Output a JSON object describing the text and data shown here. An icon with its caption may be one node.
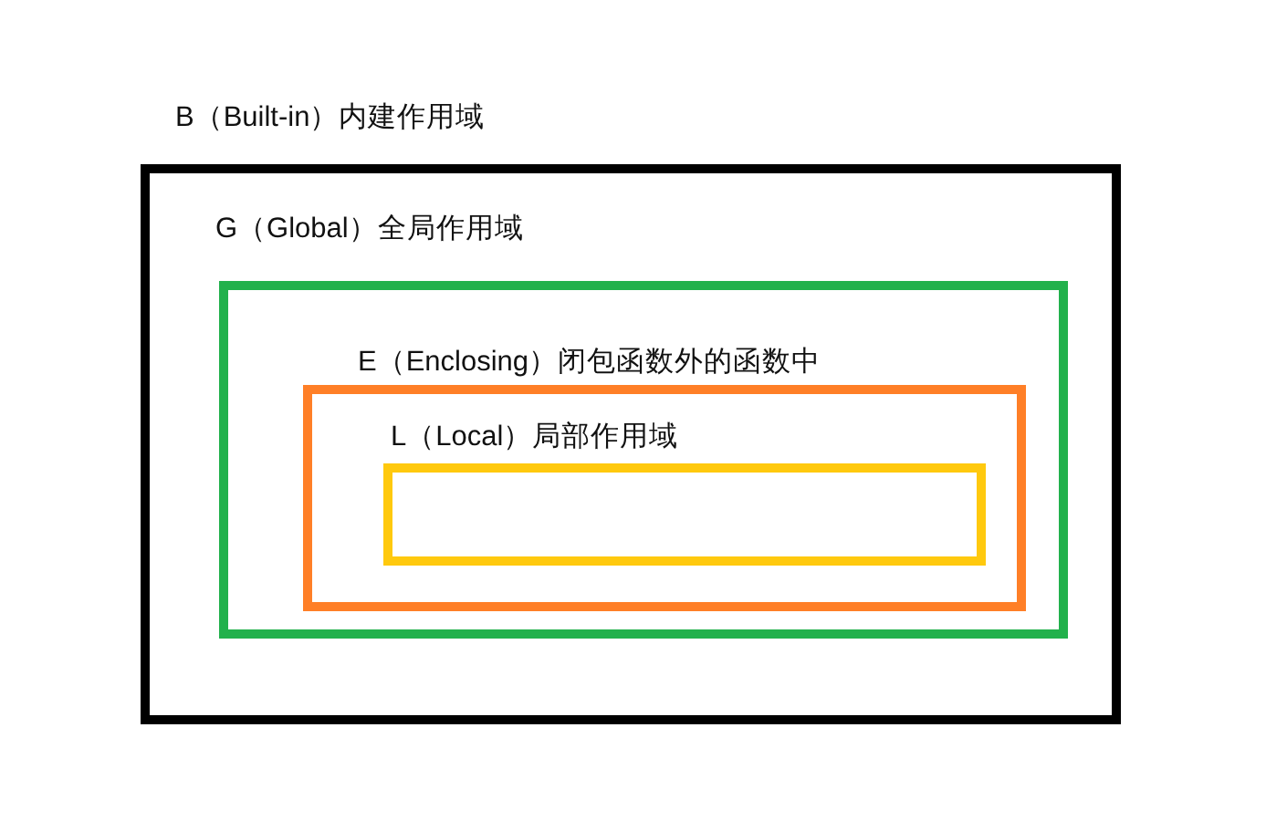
{
  "diagram": {
    "nodes": [
      {
        "text": [
          "B（Built-in）内建作用域"
        ]
      },
      {
        "text": [
          "G（Global）全局作用域"
        ],
        "in": 0
      },
      {
        "text": [
          "E（Enclosing）闭包函数外的函数中"
        ],
        "in": 1
      },
      {
        "text": [
          "L（Local）局部作用域"
        ],
        "in": 2
      }
    ]
  }
}
